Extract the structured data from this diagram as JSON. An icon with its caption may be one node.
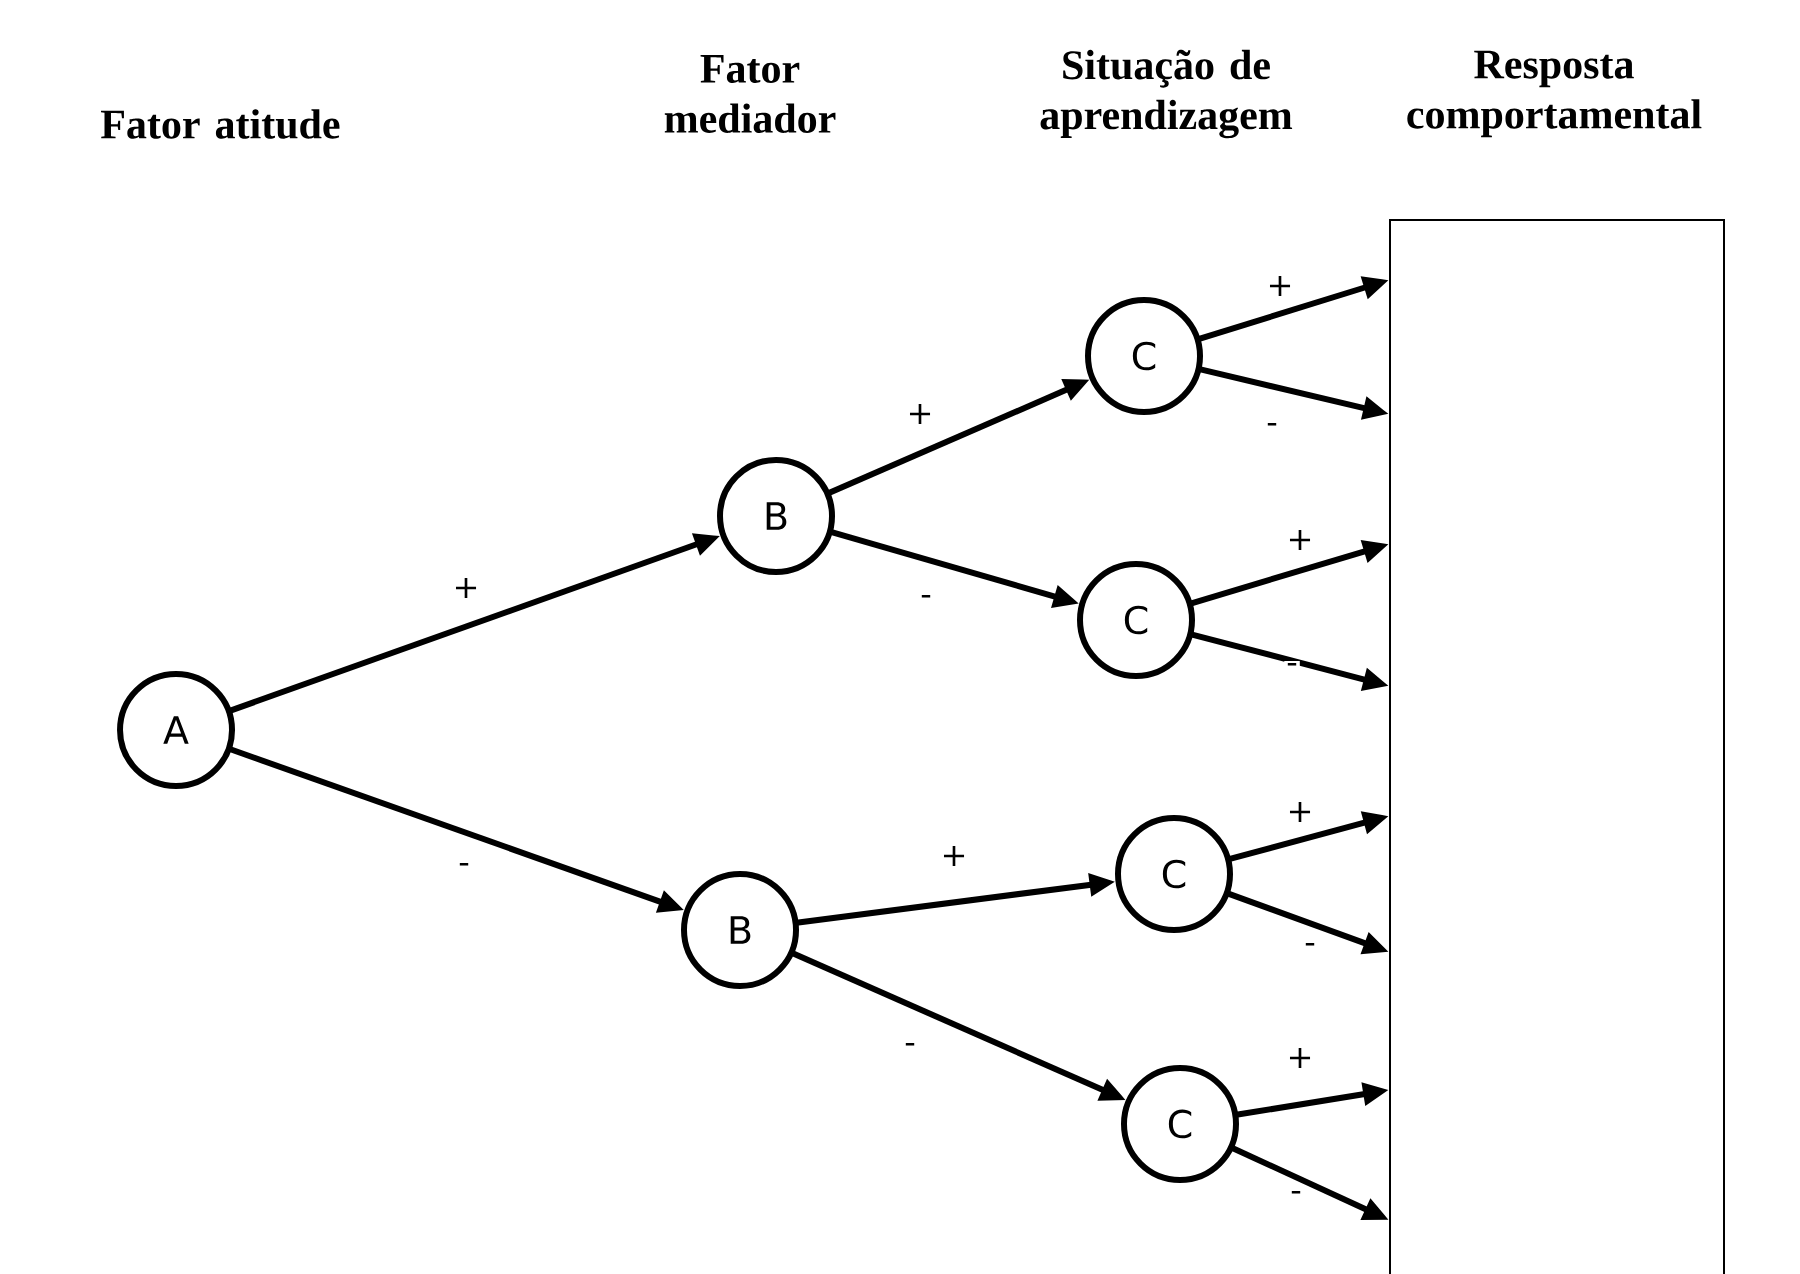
{
  "diagram": {
    "nodes": [
      {
        "text": [
          "A"
        ]
      },
      {
        "text": [
          "B"
        ]
      },
      {
        "text": [
          "B"
        ]
      },
      {
        "text": [
          "C"
        ]
      },
      {
        "text": [
          "C"
        ]
      },
      {
        "text": [
          "C"
        ]
      },
      {
        "text": [
          "C"
        ]
      },
      {
        "text": [],
        "shape": "box"
      }
    ],
    "edges": [
      {
        "from": 0,
        "to": 1,
        "arrow": "to",
        "label": "+"
      },
      {
        "from": 0,
        "to": 2,
        "arrow": "to",
        "label": "-"
      },
      {
        "from": 1,
        "to": 3,
        "arrow": "to",
        "label": "+"
      },
      {
        "from": 1,
        "to": 4,
        "arrow": "to",
        "label": "-"
      },
      {
        "from": 2,
        "to": 5,
        "arrow": "to",
        "label": "+"
      },
      {
        "from": 2,
        "to": 6,
        "arrow": "to",
        "label": "-"
      },
      {
        "from": 3,
        "to": 7,
        "arrow": "to",
        "label": "+"
      },
      {
        "from": 3,
        "to": 7,
        "arrow": "to",
        "label": "-"
      },
      {
        "from": 4,
        "to": 7,
        "arrow": "to",
        "label": "+"
      },
      {
        "from": 4,
        "to": 7,
        "arrow": "to",
        "label": "-"
      },
      {
        "from": 5,
        "to": 7,
        "arrow": "to",
        "label": "+"
      },
      {
        "from": 5,
        "to": 7,
        "arrow": "to",
        "label": "-"
      },
      {
        "from": 6,
        "to": 7,
        "arrow": "to",
        "label": "+"
      },
      {
        "from": 6,
        "to": 7,
        "arrow": "to",
        "label": "-"
      }
    ],
    "labels": [
      "Fator atitude",
      "Fator mediador",
      "Situação de aprendizagem",
      "Resposta comportamental"
    ]
  }
}
